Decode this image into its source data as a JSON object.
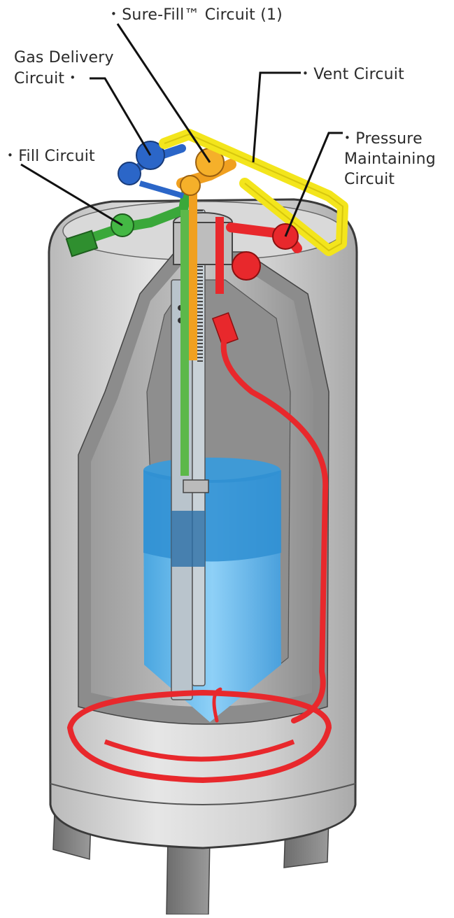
{
  "labels": {
    "sure_fill": "Sure-Fill™ Circuit (1)",
    "gas_delivery_line1": "Gas Delivery",
    "gas_delivery_line2": "Circuit",
    "vent": "Vent Circuit",
    "pressure_line1": "Pressure",
    "pressure_line2": "Maintaining",
    "pressure_line3": "Circuit",
    "fill": "Fill Circuit"
  },
  "colors": {
    "sure_fill_circuit": "#f0a020",
    "gas_delivery_circuit": "#2b66c8",
    "vent_circuit": "#f3e51c",
    "pressure_maintaining_circuit": "#e8282c",
    "fill_circuit": "#3aa83a",
    "liquid": "#5fb8ee",
    "vessel_shell": "#dcdcdc"
  }
}
